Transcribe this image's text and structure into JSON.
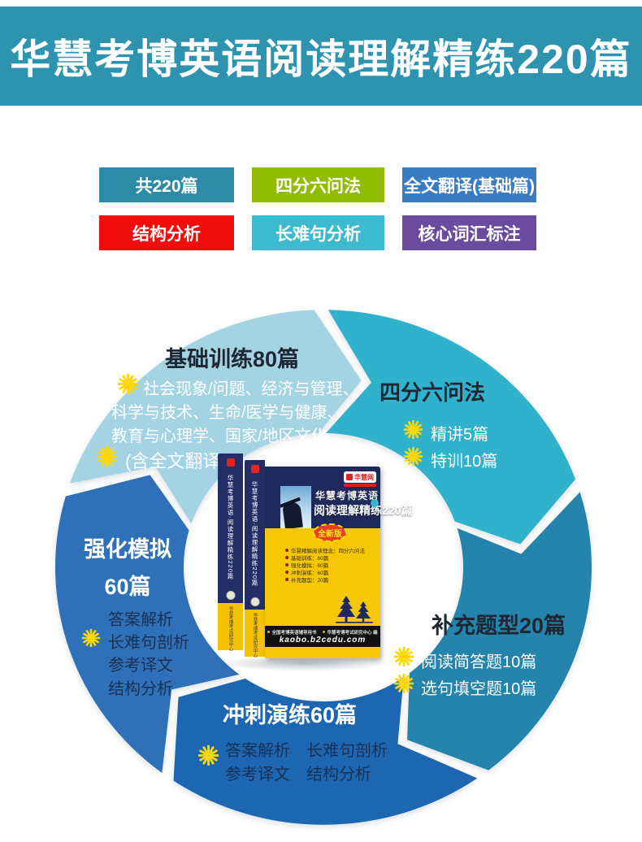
{
  "banner": {
    "title": "华慧考博英语阅读理解精练220篇",
    "bg": "#2d93ae"
  },
  "tags": [
    {
      "label": "共220篇",
      "color": "#2e8ba8"
    },
    {
      "label": "四分六问法",
      "color": "#90bd04"
    },
    {
      "label": "全文翻译(基础篇)",
      "color": "#3a7cc2"
    },
    {
      "label": "结构分析",
      "color": "#f20d0d"
    },
    {
      "label": "长难句分析",
      "color": "#3cbacf"
    },
    {
      "label": "核心词汇标注",
      "color": "#6a4b9e"
    }
  ],
  "wheel": {
    "star_color": "#ffd800",
    "jichu": {
      "title": "基础训练80篇",
      "color": "#a4d3e4",
      "lines": [
        "社会现象/问题、经济与管理、",
        "科学与技术、生命/医学与健康、",
        "教育与心理学、国家/地区文化"
      ],
      "note": "(含全文翻译)"
    },
    "sifen": {
      "title": "四分六问法",
      "color": "#31b2cc",
      "items": [
        "精讲5篇",
        "特训10篇"
      ]
    },
    "buchong": {
      "title": "补充题型20篇",
      "color": "#2484ab",
      "items": [
        "阅读简答题10篇",
        "选句填空题10篇"
      ]
    },
    "chongci": {
      "title": "冲刺演练60篇",
      "color": "#1c66b2",
      "lines": [
        "答案解析　长难句剖析",
        "参考译文　结构分析"
      ]
    },
    "qianghua": {
      "title_line1": "强化模拟",
      "title_line2": "60篇",
      "color": "#2e71b8",
      "items": [
        "答案解析",
        "长难句剖析",
        "参考译文",
        "结构分析"
      ]
    }
  },
  "book": {
    "brand": "华慧网",
    "series": "华慧考博英语",
    "title": "阅读理解精练220篇",
    "edition": "全新版",
    "bullets": [
      "华慧精解阅读理念：四分六问法",
      "基础训练：80篇",
      "强化模拟：60篇",
      "冲刺演练：60篇",
      "补充题型：20篇"
    ],
    "footer_left": "全国考博英语辅导用书",
    "footer_right": "华慧考博考试研究中心 编",
    "site": "kaobo.b2cedu.com",
    "spine_text": "华慧考博英语·阅读理解精练220篇",
    "spine_bottom": "华慧考博考试研究中心"
  }
}
